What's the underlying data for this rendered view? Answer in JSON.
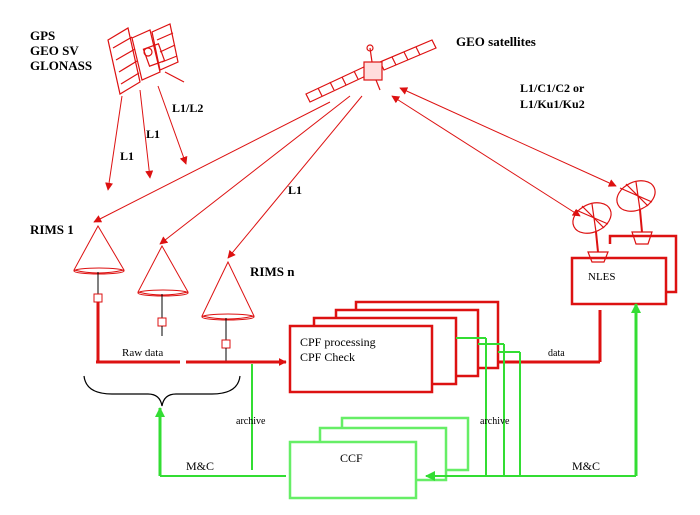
{
  "labels": {
    "gnss_line1": "GPS",
    "gnss_line2": "GEO SV",
    "gnss_line3": "GLONASS",
    "geo_satellites": "GEO satellites",
    "band_line1": "L1/C1/C2 or",
    "band_line2": "L1/Ku1/Ku2",
    "l1l2": "L1/L2",
    "l1_a": "L1",
    "l1_b": "L1",
    "l1_c": "L1",
    "rims1": "RIMS 1",
    "rimsn": "RIMS n",
    "nles": "NLES",
    "raw_data": "Raw data",
    "cpf_line1": "CPF processing",
    "cpf_line2": "CPF Check",
    "data": "data",
    "archive_left": "archive",
    "archive_right": "archive",
    "ccf": "CCF",
    "mc_left": "M&C",
    "mc_right": "M&C"
  },
  "colors": {
    "red": "#dd1111",
    "green": "#33dd33",
    "black": "#000000"
  }
}
